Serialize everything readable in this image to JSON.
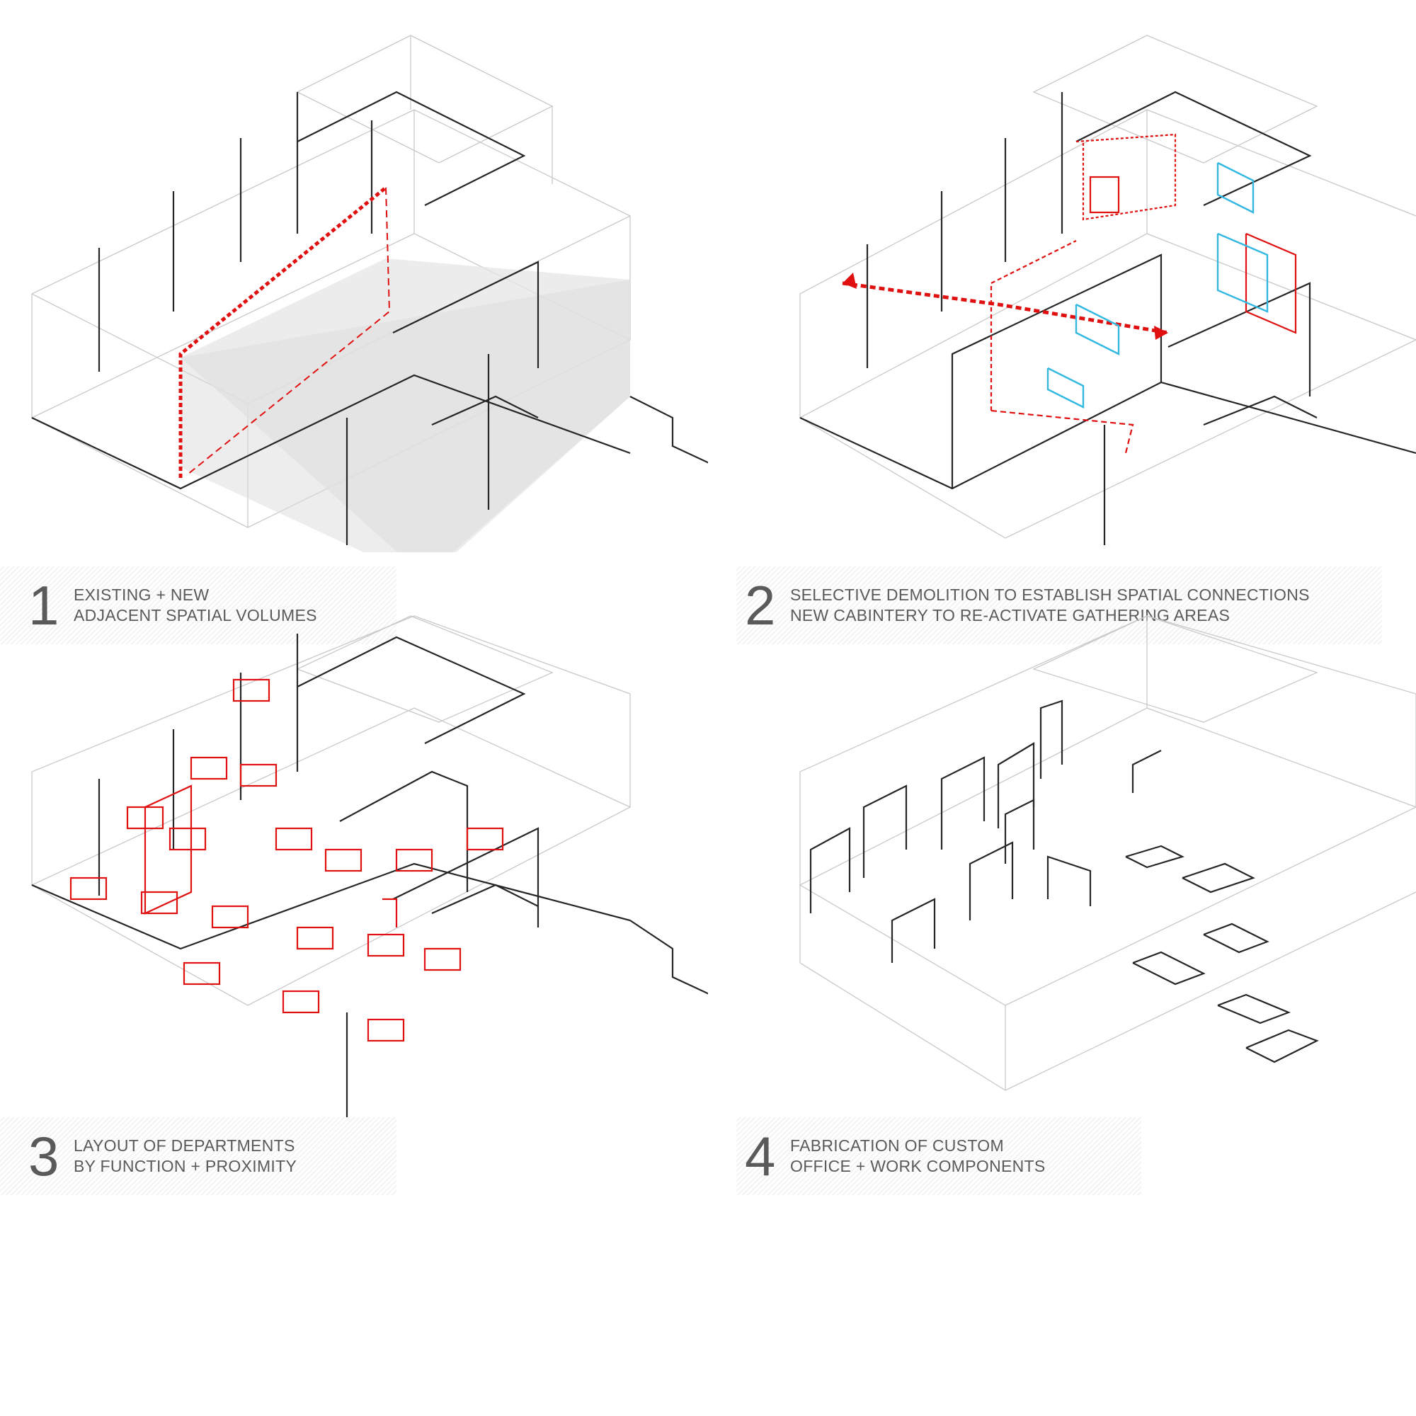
{
  "colors": {
    "line_faint": "#c9c9c9",
    "line_dark": "#262626",
    "accent_red": "#e01010",
    "accent_cyan": "#33b8e0",
    "caption_text": "#5a5a5a"
  },
  "steps": [
    {
      "number": "1",
      "line1": "EXISTING + NEW",
      "line2": "ADJACENT SPATIAL VOLUMES"
    },
    {
      "number": "2",
      "line1": "SELECTIVE DEMOLITION TO ESTABLISH  SPATIAL CONNECTIONS",
      "line2": "NEW CABINTERY TO RE-ACTIVATE GATHERING AREAS"
    },
    {
      "number": "3",
      "line1": "LAYOUT OF DEPARTMENTS",
      "line2": "BY FUNCTION + PROXIMITY"
    },
    {
      "number": "4",
      "line1": "FABRICATION OF CUSTOM",
      "line2": "OFFICE + WORK COMPONENTS"
    }
  ]
}
